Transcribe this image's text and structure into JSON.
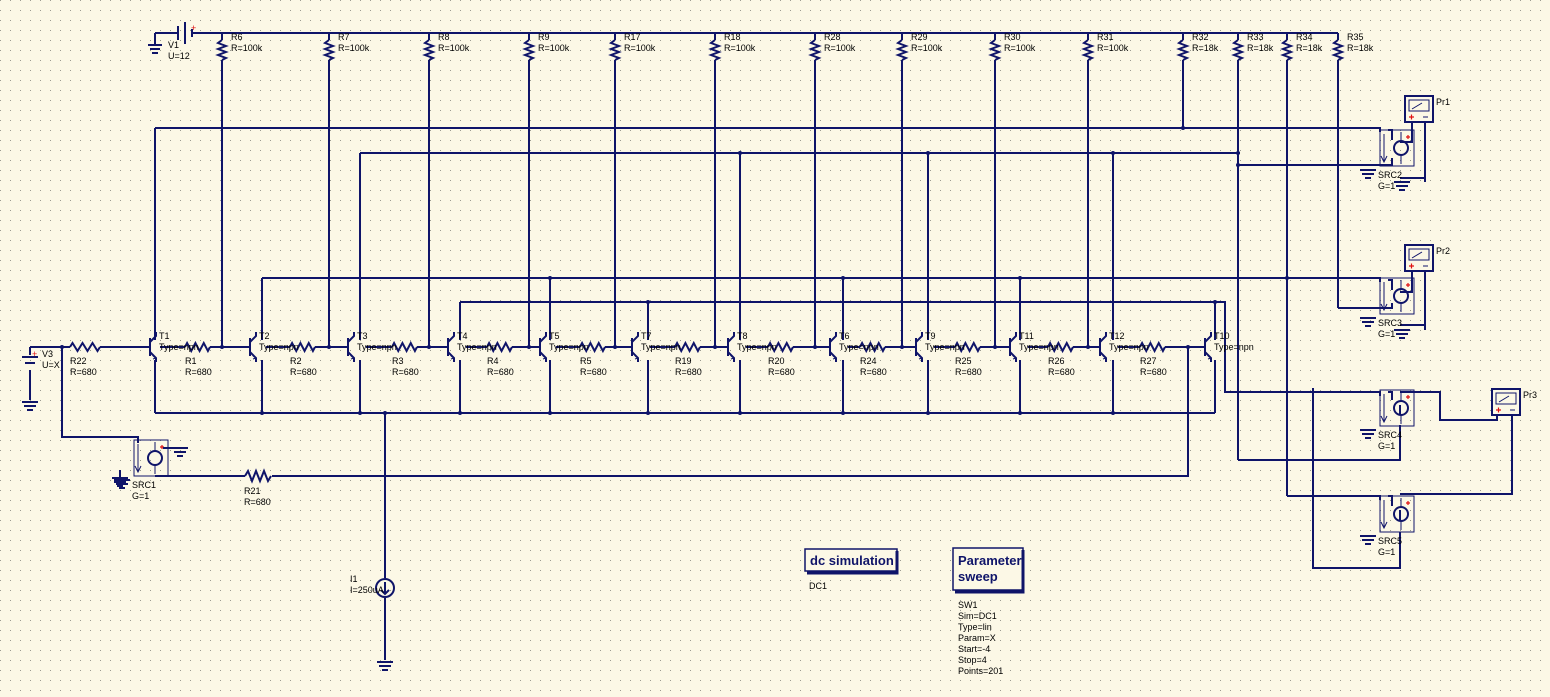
{
  "colors": {
    "background": "#fcf8e6",
    "wire": "#0f1469",
    "grid": "#9a9a90",
    "probe_red": "#e01010",
    "text": "#000000"
  },
  "supply": {
    "name": "V1",
    "value": "U=12"
  },
  "input_source": {
    "name": "V3",
    "value": "U=X"
  },
  "current_source": {
    "name": "I1",
    "value": "I=250uA"
  },
  "top_resistors": [
    {
      "name": "R6",
      "value": "R=100k"
    },
    {
      "name": "R7",
      "value": "R=100k"
    },
    {
      "name": "R8",
      "value": "R=100k"
    },
    {
      "name": "R9",
      "value": "R=100k"
    },
    {
      "name": "R17",
      "value": "R=100k"
    },
    {
      "name": "R18",
      "value": "R=100k"
    },
    {
      "name": "R28",
      "value": "R=100k"
    },
    {
      "name": "R29",
      "value": "R=100k"
    },
    {
      "name": "R30",
      "value": "R=100k"
    },
    {
      "name": "R31",
      "value": "R=100k"
    },
    {
      "name": "R32",
      "value": "R=18k"
    },
    {
      "name": "R33",
      "value": "R=18k"
    },
    {
      "name": "R34",
      "value": "R=18k"
    },
    {
      "name": "R35",
      "value": "R=18k"
    }
  ],
  "ladder_resistors": [
    {
      "name": "R22",
      "value": "R=680"
    },
    {
      "name": "R1",
      "value": "R=680"
    },
    {
      "name": "R2",
      "value": "R=680"
    },
    {
      "name": "R3",
      "value": "R=680"
    },
    {
      "name": "R4",
      "value": "R=680"
    },
    {
      "name": "R5",
      "value": "R=680"
    },
    {
      "name": "R19",
      "value": "R=680"
    },
    {
      "name": "R20",
      "value": "R=680"
    },
    {
      "name": "R24",
      "value": "R=680"
    },
    {
      "name": "R25",
      "value": "R=680"
    },
    {
      "name": "R26",
      "value": "R=680"
    },
    {
      "name": "R27",
      "value": "R=680"
    }
  ],
  "feedback_resistor": {
    "name": "R21",
    "value": "R=680"
  },
  "transistors": [
    {
      "name": "T1",
      "type": "Type=npn"
    },
    {
      "name": "T2",
      "type": "Type=npn"
    },
    {
      "name": "T3",
      "type": "Type=npn"
    },
    {
      "name": "T4",
      "type": "Type=npn"
    },
    {
      "name": "T5",
      "type": "Type=npn"
    },
    {
      "name": "T7",
      "type": "Type=npn"
    },
    {
      "name": "T8",
      "type": "Type=npn"
    },
    {
      "name": "T6",
      "type": "Type=npn"
    },
    {
      "name": "T9",
      "type": "Type=npn"
    },
    {
      "name": "T11",
      "type": "Type=npn"
    },
    {
      "name": "T12",
      "type": "Type=npn"
    },
    {
      "name": "T10",
      "type": "Type=npn"
    }
  ],
  "controlled_sources": [
    {
      "name": "SRC1",
      "gain": "G=1"
    },
    {
      "name": "SRC2",
      "gain": "G=1"
    },
    {
      "name": "SRC3",
      "gain": "G=1"
    },
    {
      "name": "SRC4",
      "gain": "G=1"
    },
    {
      "name": "SRC5",
      "gain": "G=1"
    }
  ],
  "probes": [
    {
      "name": "Pr1"
    },
    {
      "name": "Pr2"
    },
    {
      "name": "Pr3"
    }
  ],
  "dc_sim": {
    "title": "dc simulation",
    "name": "DC1"
  },
  "sweep": {
    "title_line1": "Parameter",
    "title_line2": "sweep",
    "props": [
      "SW1",
      "Sim=DC1",
      "Type=lin",
      "Param=X",
      "Start=-4",
      "Stop=4",
      "Points=201"
    ]
  }
}
